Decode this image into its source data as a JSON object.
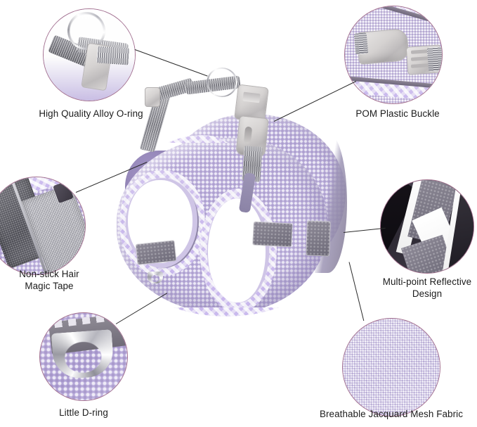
{
  "product": {
    "name": "pet-harness",
    "description": "Purple jacquard mesh dog harness with reflective strips, alloy O-ring, POM buckle and D-ring"
  },
  "palette": {
    "circle_border": "#a4718f",
    "lead_line": "#2b2b2b",
    "label_text": "#1b1b1b",
    "mesh_lavender": "#c4b8e0",
    "trim_light": "#d8d0ec",
    "webbing_grey": "#8d8d95",
    "reflective_grey": "#77747f",
    "plastic_grey": "#d9d6d5",
    "background": "#ffffff"
  },
  "callouts": [
    {
      "id": "o-ring",
      "icon": "alloy-o-ring-icon",
      "label": "High Quality Alloy O-ring",
      "position": "top-left"
    },
    {
      "id": "buckle",
      "icon": "pom-buckle-icon",
      "label": "POM Plastic Buckle",
      "position": "top-right"
    },
    {
      "id": "magic-tape",
      "icon": "velcro-tape-icon",
      "label": "Non-stick Hair\nMagic Tape",
      "position": "middle-left"
    },
    {
      "id": "reflective",
      "icon": "reflective-strip-icon",
      "label": "Multi-point Reflective\nDesign",
      "position": "middle-right"
    },
    {
      "id": "d-ring",
      "icon": "little-d-ring-icon",
      "label": "Little D-ring",
      "position": "bottom-left"
    },
    {
      "id": "mesh-fabric",
      "icon": "jacquard-mesh-icon",
      "label": "Breathable Jacquard Mesh Fabric",
      "position": "bottom-right"
    }
  ]
}
